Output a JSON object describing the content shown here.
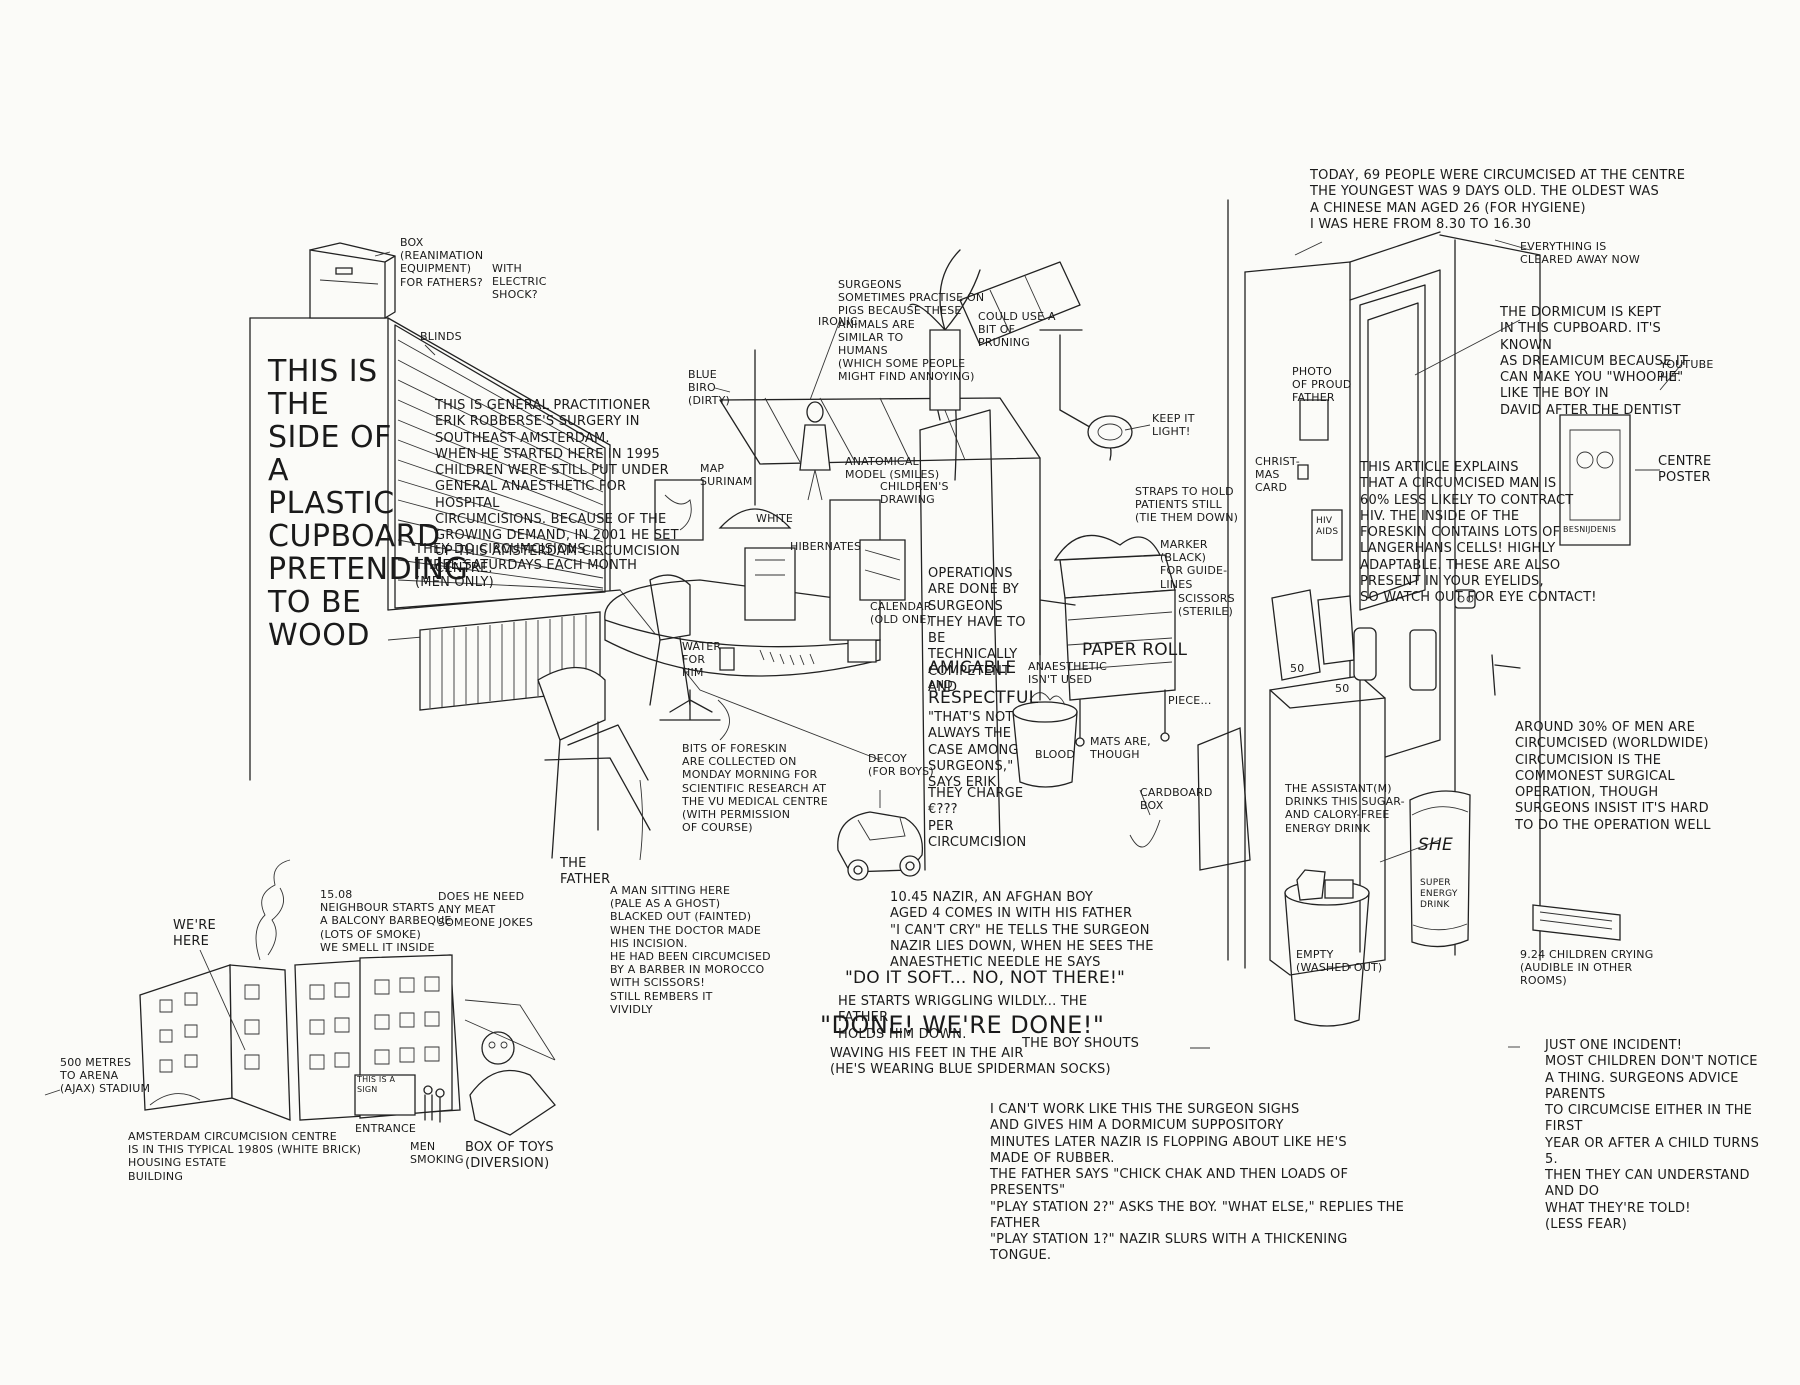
{
  "texts": {
    "today": "Today, 69 people were circumcised at the centre\nThe youngest was 9 days old. The oldest was\na Chinese man aged 26 (for hygiene)\nI was here from 8.30 to 16.30",
    "everything_cleared": "Everything is\ncleared away now",
    "box_reanimation": "Box\n(reanimation\nequipment)\nfor fathers?",
    "electric_shock": "With\nelectric\nshock?",
    "blinds": "Blinds",
    "plastic_cupboard": "This is the\nside of a\nplastic\ncupboard\npretending\nto be\nwood",
    "surgery_intro": "This is general practitioner\nErik Robberse's surgery in\nSoutheast Amsterdam.\nWhen he started here in 1995\nchildren were still put under\ngeneral anaesthetic for hospital\ncircumcisions. Because of the\ngrowing demand, in 2001 he set\nup this Amsterdam circumcision\ncentre.",
    "saturdays": "They do circumcisions\nthree Saturdays each month\n(men only)",
    "surgeons_pigs": "Surgeons\nsometimes practise on\npigs because these\nanimals are\nsimilar to\nhumans\n(which some people\nmight find annoying)",
    "ironic": "Ironic",
    "blue_biro": "Blue\nbiro\n(dirty)",
    "pruning": "Could use a\nbit of\npruning",
    "keep_light": "Keep it\nlight!",
    "map_surinam": "Map\nSurinam",
    "white": "White",
    "anatomical_model": "Anatomical\nmodel (smiles)",
    "childrens_drawing": "Children's\ndrawing",
    "hibernates": "Hibernates",
    "calendar": "Calendar\n(old one)",
    "water_for_him": "Water\nfor\nhim",
    "operations": "Operations\nare done by\nsurgeons\nthey have to\nbe technically\ncompetent and",
    "amicable": "Amicable",
    "and": "and",
    "respectful": "Respectful",
    "not_always": "\"That's not\nalways the\ncase among\nsurgeons,\"\nsays Erik",
    "charge": "They charge\n€???\nper\ncircumcision",
    "straps": "Straps to hold\npatients still\n(tie them down)",
    "marker": "Marker\n(black)\nfor guide-\nlines",
    "scissors_sterile": "Scissors\n(sterile)",
    "paper_roll": "Paper roll",
    "anaesthetic_unused": "Anaesthetic\nisn't used",
    "piece": "Piece...",
    "blood": "Blood",
    "mats": "Mats are,\nthough",
    "cardboard_box": "Cardboard\nbox",
    "foreskin_research": "Bits of foreskin\nare collected on\nMonday morning for\nscientific research at\nthe VU Medical Centre\n(with permission\nof course)",
    "decoy": "Decoy\n(for boys)",
    "the_father": "The\nfather",
    "man_sitting": "A man sitting here\n(pale as a ghost)\nblacked out (fainted)\nwhen the doctor made\nhis incision.\nHe had been circumcised\nby a barber in Morocco\nwith scissors!\nstill rembers it\nvividly",
    "nazir_story": "10.45 Nazir, an Afghan boy\naged 4 comes in with his father\n\"I can't cry\" he tells the surgeon\nNazir lies down, when he sees the\nanaesthetic needle he says",
    "do_it_soft": "\"Do it soft... No, not there!\"",
    "wriggling": "He starts wriggling wildly... the father\nholds him down.",
    "done": "\"Done! We're done!\"",
    "boy_shouts": "the boy shouts",
    "waving": "Waving his feet in the air\n(he's wearing blue Spiderman socks)",
    "cant_work": "I can't work like this the surgeon sighs\nand gives him a dormicum suppository\nminutes later Nazir is flopping about like he's\nmade of rubber.\nThe father says \"chick chak and then loads of presents\"\n\"Play station 2?\" asks the boy. \"What else,\" replies the father\n\"Play station 1?\" Nazir slurs with a thickening tongue.",
    "dormicum": "The Dormicum is kept\nin this cupboard. It's known\nas Dreamicum because it\ncan make you \"whoopie\"\nlike the boy in\nDavid after the dentist",
    "youtube": "YouTube\nhit.",
    "photo_father": "Photo\nof proud\nfather",
    "christmas_card": "Christ-\nmas\ncard",
    "hiv_article": "This article explains\nthat a circumcised man is\n60% less likely to contract\nHIV. The inside of the\nforeskin contains lots of\nLangerhans cells! Highly\nadaptable. These are also\npresent in your eyelids,\nso watch out for eye contact!",
    "centre_poster": "Centre\nposter",
    "poster_text": "Besnijdenis",
    "hiv_aids": "HIV\nAids",
    "around_30": "Around 30% of men are\ncircumcised (worldwide)\ncircumcision is the\ncommonest surgical\noperation, though\nsurgeons insist it's hard\nto do the operation well",
    "assistant": "The assistant(m)\ndrinks this sugar-\nand calory-free\nenergy drink",
    "she_logo": "She",
    "super_energy": "Super\nenergy\ndrink",
    "empty": "Empty\n(washed out)",
    "children_crying": "9.24  Children crying\n(audible in other\nrooms)",
    "incident": "Just one incident!\nMost children don't notice\na thing. Surgeons advice parents\nto circumcise either in the first\nyear or after a child turns 5.\nThen they can understand and do\nwhat they're told!\n(less fear)",
    "bbq": "15.08\nNeighbour starts\na balcony barbeque\n(lots of smoke)\nwe smell it inside",
    "meat": "Does he need\nany meat\nsomeone jokes",
    "were_here": "We're\nhere",
    "arena": "500 metres\nto Arena\n(Ajax) stadium",
    "building": "Amsterdam circumcision centre\nis in this typical 1980s (white brick)\nhousing estate\nbuilding",
    "entrance": "Entrance",
    "this_is_a_sign": "This is a sign",
    "men_smoking": "Men\nsmoking",
    "box_of_toys": "Box of toys\n(diversion)",
    "num_50a": "50",
    "num_50b": "50"
  },
  "colors": {
    "ink": "#1a1a1a",
    "paper": "#fbfbf8"
  },
  "icons": [
    "first-aid-box-icon",
    "office-chair-icon",
    "toy-car-icon",
    "energy-drink-can-icon",
    "trash-bin-icon",
    "surgical-lamp-icon",
    "apartment-building-icon"
  ]
}
